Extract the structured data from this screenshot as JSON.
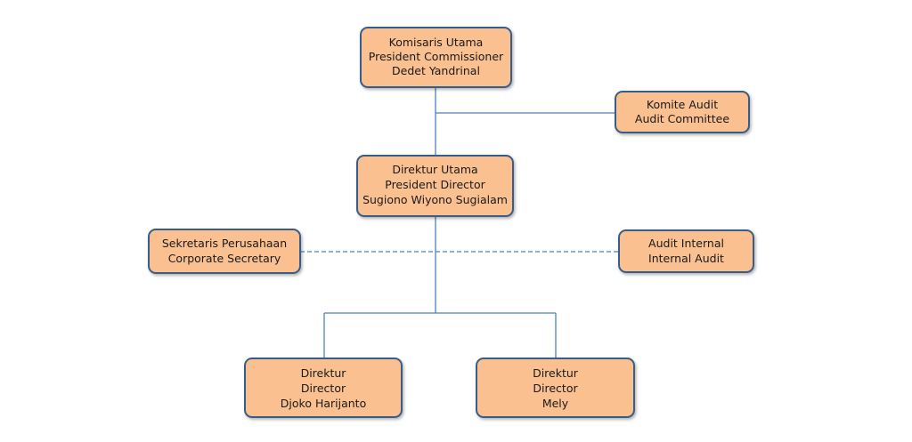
{
  "colors": {
    "box_fill": "#fac090",
    "box_border": "#385d8a",
    "connector": "#4f81bd"
  },
  "nodes": {
    "president_commissioner": {
      "lines": [
        "Komisaris Utama",
        "President Commissioner",
        "Dedet Yandrinal"
      ]
    },
    "audit_committee": {
      "lines": [
        "Komite Audit",
        "Audit Committee"
      ]
    },
    "president_director": {
      "lines": [
        "Direktur Utama",
        "President Director",
        "Sugiono Wiyono Sugialam"
      ]
    },
    "corporate_secretary": {
      "lines": [
        "Sekretaris Perusahaan",
        "Corporate Secretary"
      ]
    },
    "internal_audit": {
      "lines": [
        "Audit Internal",
        "Internal Audit"
      ]
    },
    "director_1": {
      "lines": [
        "Direktur",
        "Director",
        "Djoko Harijanto"
      ]
    },
    "director_2": {
      "lines": [
        "Direktur",
        "Director",
        "Mely"
      ]
    }
  }
}
